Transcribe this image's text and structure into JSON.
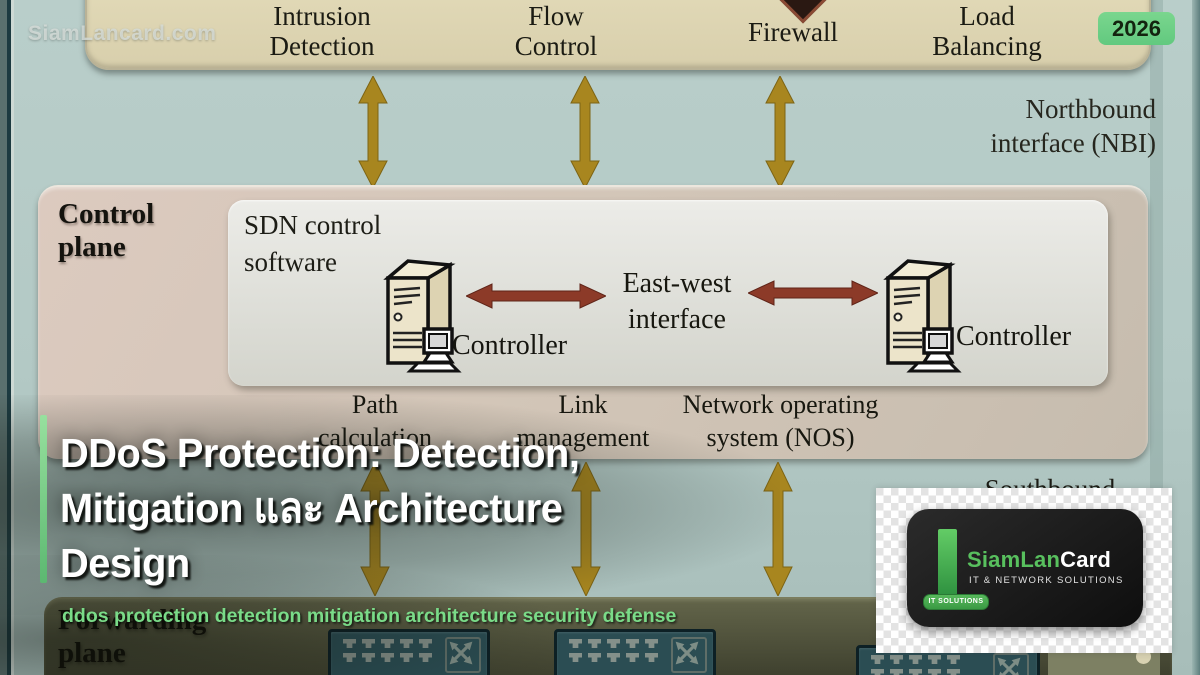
{
  "overlay": {
    "watermark": "SiamLancard.com",
    "year_badge": "2026",
    "title": "DDoS Protection: Detection,\nMitigation และ Architecture\nDesign",
    "tags": "ddos protection detection mitigation architecture security defense",
    "logo": {
      "brand_green": "SiamLan",
      "brand_white": "Card",
      "tagline": "IT & NETWORK SOLUTIONS",
      "badge": "IT SOLUTIONS"
    }
  },
  "diagram": {
    "application_plane": {
      "services": [
        "Intrusion\nDetection",
        "Flow\nControl",
        "Firewall",
        "Load\nBalancing"
      ]
    },
    "northbound_label": "Northbound\ninterface (NBI)",
    "control_plane": {
      "label": "Control\nplane",
      "sdn_label": "SDN control\nsoftware",
      "controller_left_label": "Controller",
      "controller_right_label": "Controller",
      "east_west_label": "East-west\ninterface",
      "functions": [
        "Path\ncalculation",
        "Link\nmanagement",
        "Network operating\nsystem (NOS)"
      ]
    },
    "southbound_label": "Southbound",
    "forwarding_plane": {
      "label": "Forwarding\nplane"
    }
  },
  "colors": {
    "accent_green": "#7fd48d",
    "tag_green": "#7adb88",
    "badge_green": "#72d38a",
    "arrow_gold": "#a8861f",
    "arrow_red": "#8c3a28",
    "logo_green": "#58c05e"
  }
}
